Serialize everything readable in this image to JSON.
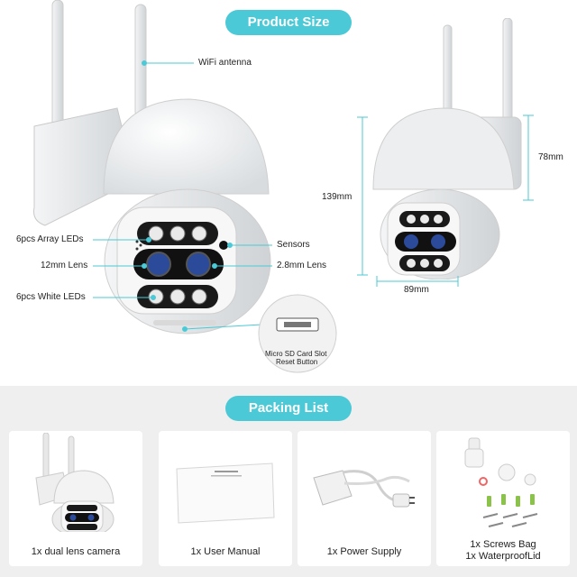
{
  "product_size": {
    "title": "Product Size",
    "labels": {
      "wifi": "WiFi antenna",
      "array_leds": "6pcs Array LEDs",
      "lens12": "12mm Lens",
      "white_leds": "6pcs White LEDs",
      "sensors": "Sensors",
      "lens28": "2.8mm Lens",
      "sd_line1": "Micro SD Card Slot",
      "sd_line2": "Reset Button"
    },
    "dims": {
      "height": "139mm",
      "width": "89mm",
      "depth": "78mm"
    }
  },
  "packing_list": {
    "title": "Packing List",
    "items": [
      {
        "caption": "1x dual lens camera"
      },
      {
        "caption": "1x User Manual"
      },
      {
        "caption": "1x Power Supply"
      },
      {
        "caption_line1": "1x Screws Bag",
        "caption_line2": "1x WaterproofLid"
      }
    ]
  },
  "colors": {
    "accent": "#4cc9d6",
    "led_blue": "#2b4a9a",
    "panel_gray": "#efefef"
  }
}
